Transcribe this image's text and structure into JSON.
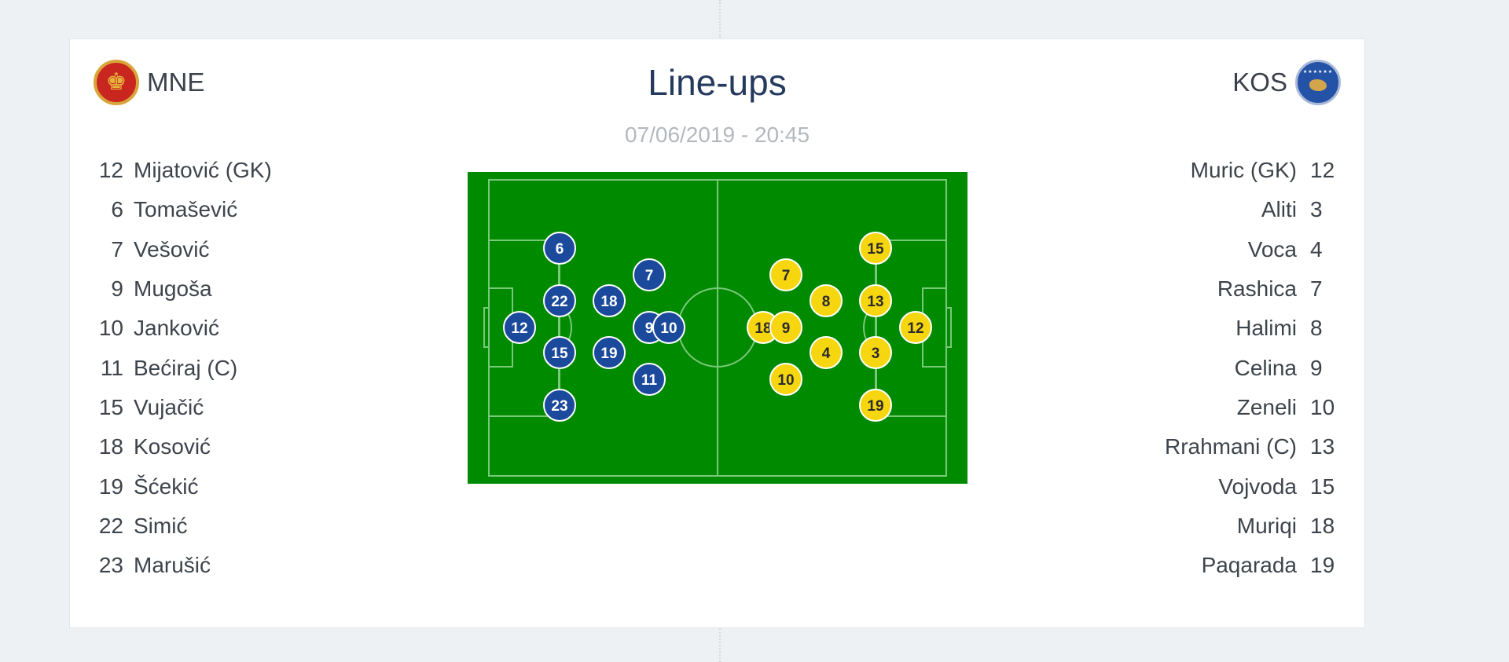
{
  "header": {
    "title": "Line-ups",
    "datetime": "07/06/2019 - 20:45"
  },
  "home": {
    "code": "MNE",
    "flag_icon": "montenegro-flag-icon",
    "color": "#1b4a9c",
    "players": [
      {
        "num": "12",
        "name": "Mijatović (GK)"
      },
      {
        "num": "6",
        "name": "Tomašević"
      },
      {
        "num": "7",
        "name": "Vešović"
      },
      {
        "num": "9",
        "name": "Mugoša"
      },
      {
        "num": "10",
        "name": "Janković"
      },
      {
        "num": "11",
        "name": "Bećiraj (C)"
      },
      {
        "num": "15",
        "name": "Vujačić"
      },
      {
        "num": "18",
        "name": "Kosović"
      },
      {
        "num": "19",
        "name": "Šćekić"
      },
      {
        "num": "22",
        "name": "Simić"
      },
      {
        "num": "23",
        "name": "Marušić"
      }
    ]
  },
  "away": {
    "code": "KOS",
    "flag_icon": "kosovo-flag-icon",
    "color": "#f5d60f",
    "players": [
      {
        "num": "12",
        "name": "Muric (GK)"
      },
      {
        "num": "3",
        "name": "Aliti"
      },
      {
        "num": "4",
        "name": "Voca"
      },
      {
        "num": "7",
        "name": "Rashica"
      },
      {
        "num": "8",
        "name": "Halimi"
      },
      {
        "num": "9",
        "name": "Celina"
      },
      {
        "num": "10",
        "name": "Zeneli"
      },
      {
        "num": "13",
        "name": "Rrahmani (C)"
      },
      {
        "num": "15",
        "name": "Vojvoda"
      },
      {
        "num": "18",
        "name": "Muriqi"
      },
      {
        "num": "19",
        "name": "Paqarada"
      }
    ]
  },
  "pitch": {
    "grass_color": "#008a00",
    "line_color": "#7ac97a",
    "home_markers": [
      "12",
      "6",
      "22",
      "15",
      "23",
      "18",
      "19",
      "7",
      "9",
      "10",
      "11"
    ],
    "away_markers": [
      "15",
      "13",
      "3",
      "19",
      "12",
      "7",
      "8",
      "4",
      "10",
      "18",
      "9"
    ]
  }
}
